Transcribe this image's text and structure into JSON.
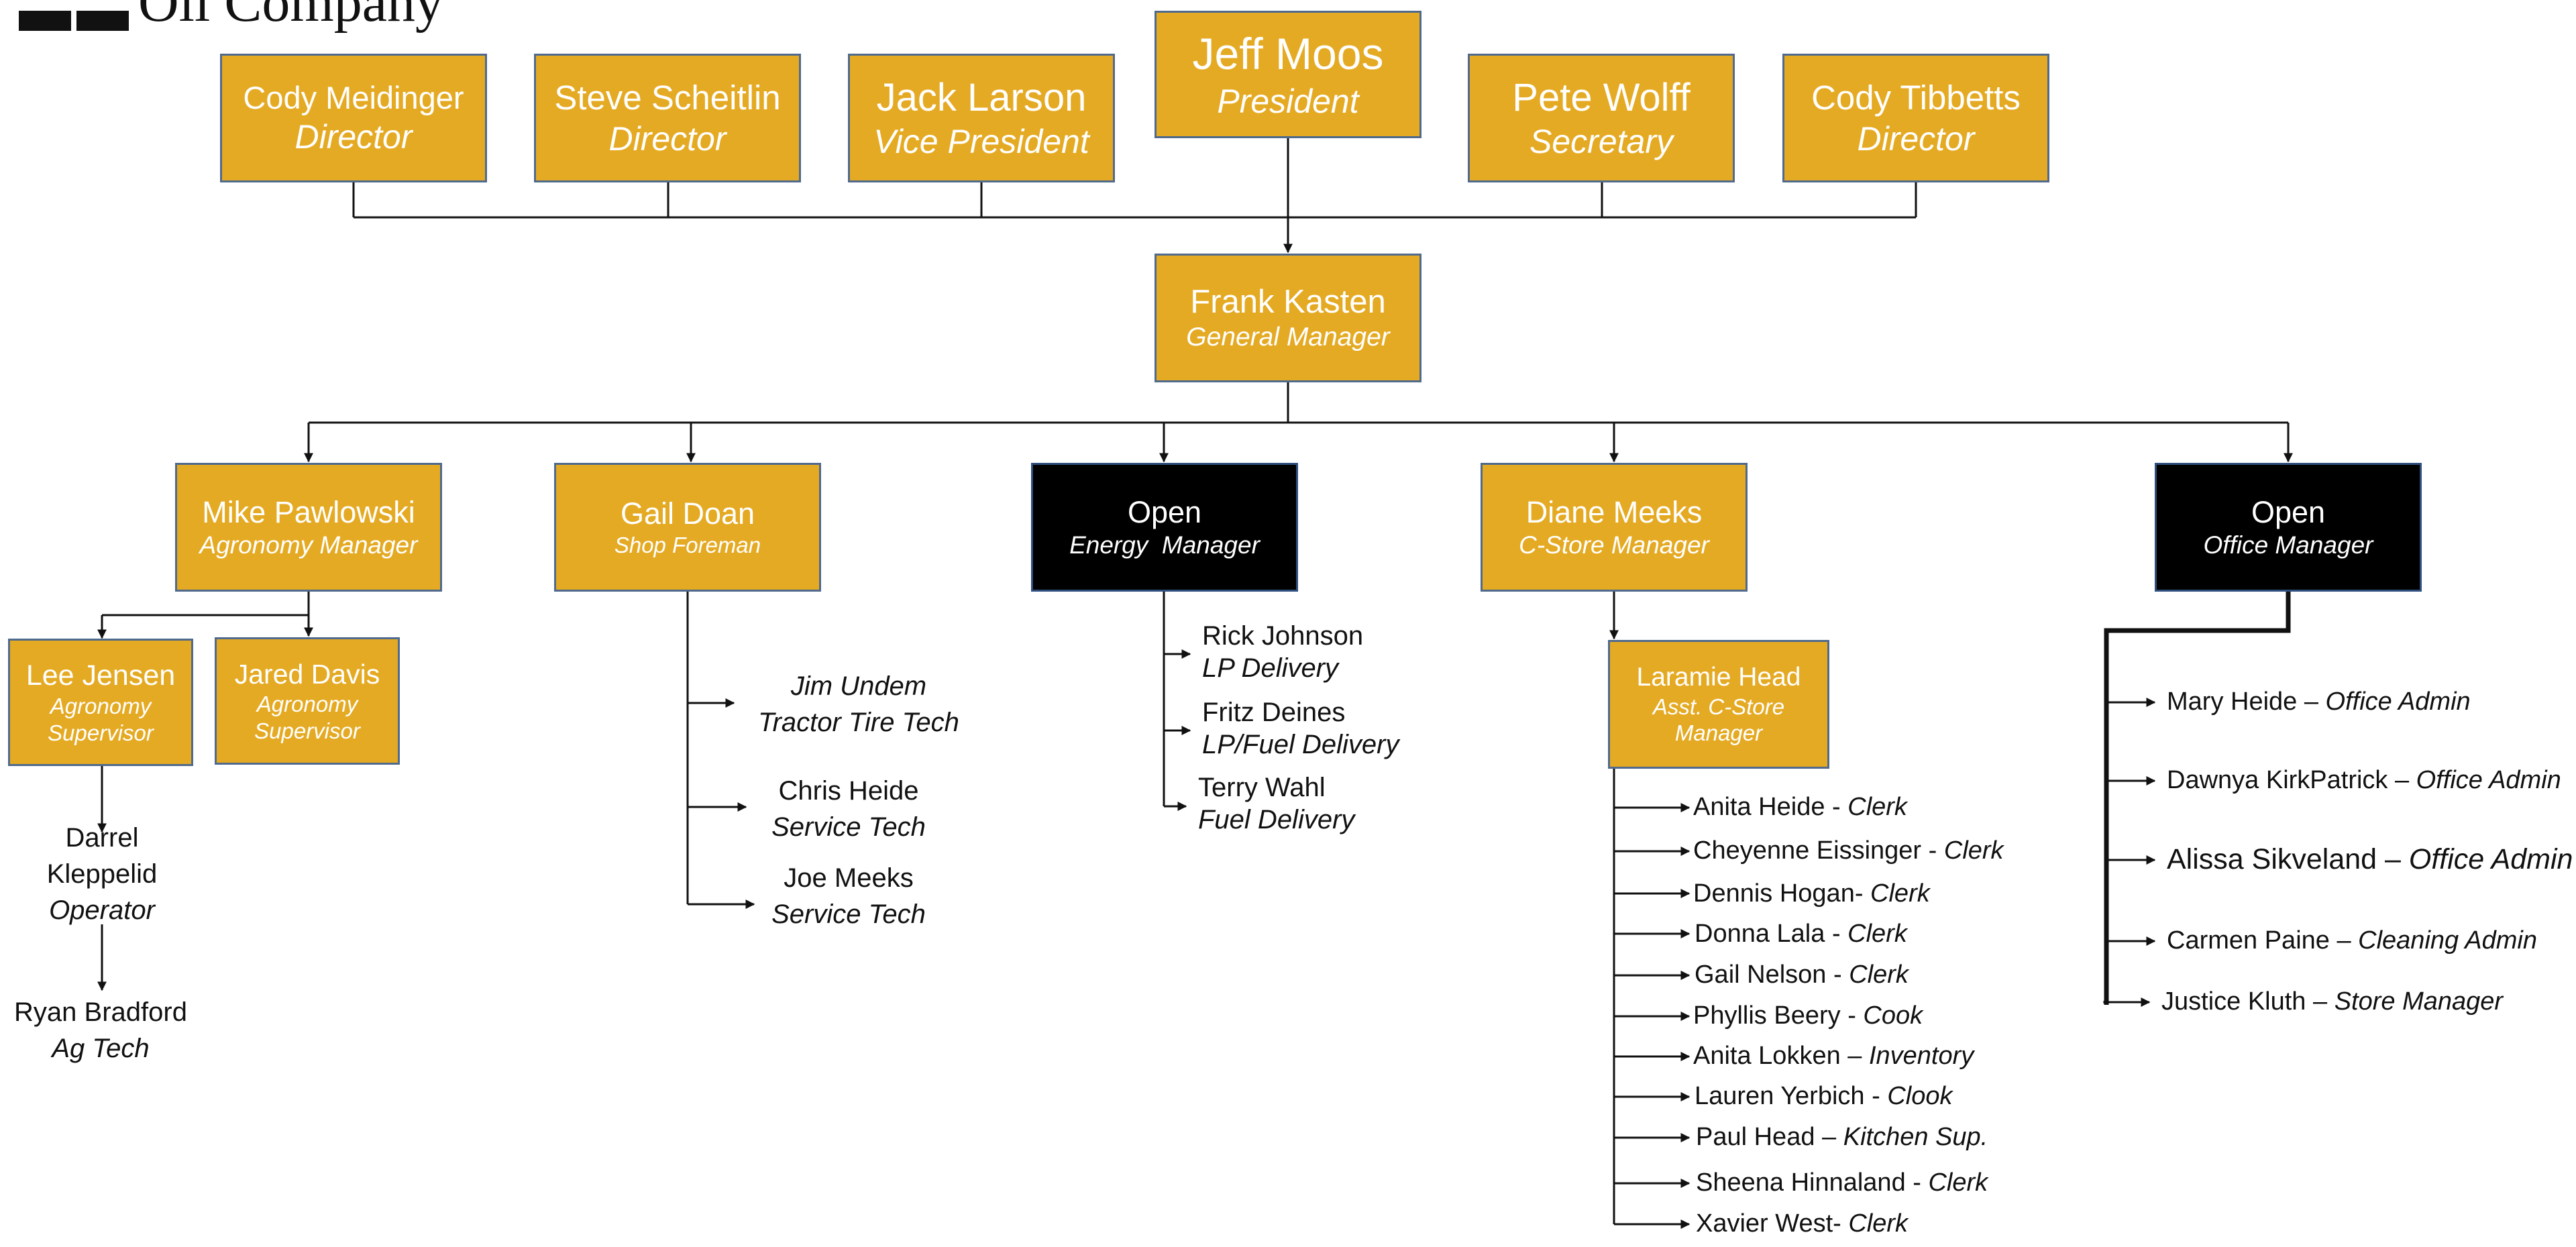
{
  "logo": {
    "text": "Oil Company"
  },
  "board": [
    {
      "name": "Cody Meidinger",
      "title": "Director"
    },
    {
      "name": "Steve Scheitlin",
      "title": "Director"
    },
    {
      "name": "Jack Larson",
      "title": "Vice President"
    },
    {
      "name": "Jeff Moos",
      "title": "President"
    },
    {
      "name": "Pete Wolff",
      "title": "Secretary"
    },
    {
      "name": "Cody Tibbetts",
      "title": "Director"
    }
  ],
  "gm": {
    "name": "Frank Kasten",
    "title": "General Manager"
  },
  "managers": [
    {
      "name": "Mike Pawlowski",
      "title": "Agronomy Manager"
    },
    {
      "name": "Gail Doan",
      "title": "Shop Foreman"
    },
    {
      "name": "Open",
      "title": "Energy  Manager"
    },
    {
      "name": "Diane Meeks",
      "title": "C-Store Manager"
    },
    {
      "name": "Open",
      "title": "Office Manager"
    }
  ],
  "agronomy": {
    "supervisors": [
      {
        "name": "Lee Jensen",
        "title_line1": "Agronomy",
        "title_line2": "Supervisor"
      },
      {
        "name": "Jared Davis",
        "title_line1": "Agronomy",
        "title_line2": "Supervisor"
      }
    ],
    "operator": {
      "name_line1": "Darrel",
      "name_line2": "Kleppelid",
      "title": "Operator"
    },
    "tech": {
      "name": "Ryan Bradford",
      "title": "Ag Tech"
    }
  },
  "shop": [
    {
      "name": "Jim Undem",
      "title": "Tractor Tire Tech"
    },
    {
      "name": "Chris Heide",
      "title": "Service Tech"
    },
    {
      "name": "Joe Meeks",
      "title": "Service Tech"
    }
  ],
  "energy": [
    {
      "name": "Rick Johnson",
      "title": "LP Delivery"
    },
    {
      "name": "Fritz Deines",
      "title": "LP/Fuel Delivery"
    },
    {
      "name": "Terry Wahl",
      "title": "Fuel Delivery"
    }
  ],
  "cstore": {
    "assistant": {
      "name": "Laramie Head",
      "title_line1": "Asst. C-Store",
      "title_line2": "Manager"
    },
    "staff": [
      {
        "name": "Anita Heide",
        "sep": " - ",
        "title": "Clerk"
      },
      {
        "name": "Cheyenne Eissinger",
        "sep": " - ",
        "title": "Clerk"
      },
      {
        "name": "Dennis Hogan",
        "sep": "- ",
        "title": "Clerk"
      },
      {
        "name": "Donna Lala",
        "sep": " - ",
        "title": "Clerk"
      },
      {
        "name": "Gail Nelson",
        "sep": " - ",
        "title": "Clerk"
      },
      {
        "name": "Phyllis Beery",
        "sep": " - ",
        "title": "Cook"
      },
      {
        "name": "Anita Lokken",
        "sep": " – ",
        "title": "Inventory"
      },
      {
        "name": "Lauren Yerbich",
        "sep": " - ",
        "title": "Clook"
      },
      {
        "name": "Paul Head",
        "sep": " – ",
        "title": "Kitchen Sup."
      },
      {
        "name": "Sheena Hinnaland",
        "sep": " - ",
        "title": "Clerk"
      },
      {
        "name": "Xavier West",
        "sep": "- ",
        "title": "Clerk"
      }
    ]
  },
  "office": [
    {
      "name": "Mary Heide",
      "sep": " – ",
      "title": "Office Admin"
    },
    {
      "name": "Dawnya KirkPatrick",
      "sep": " – ",
      "title": "Office Admin"
    },
    {
      "name": "Alissa Sikveland",
      "sep": " – ",
      "title": "Office Admin"
    },
    {
      "name": "Carmen Paine",
      "sep": " – ",
      "title": "Cleaning Admin"
    },
    {
      "name": "Justice Kluth",
      "sep": " – ",
      "title": "Store Manager"
    }
  ]
}
